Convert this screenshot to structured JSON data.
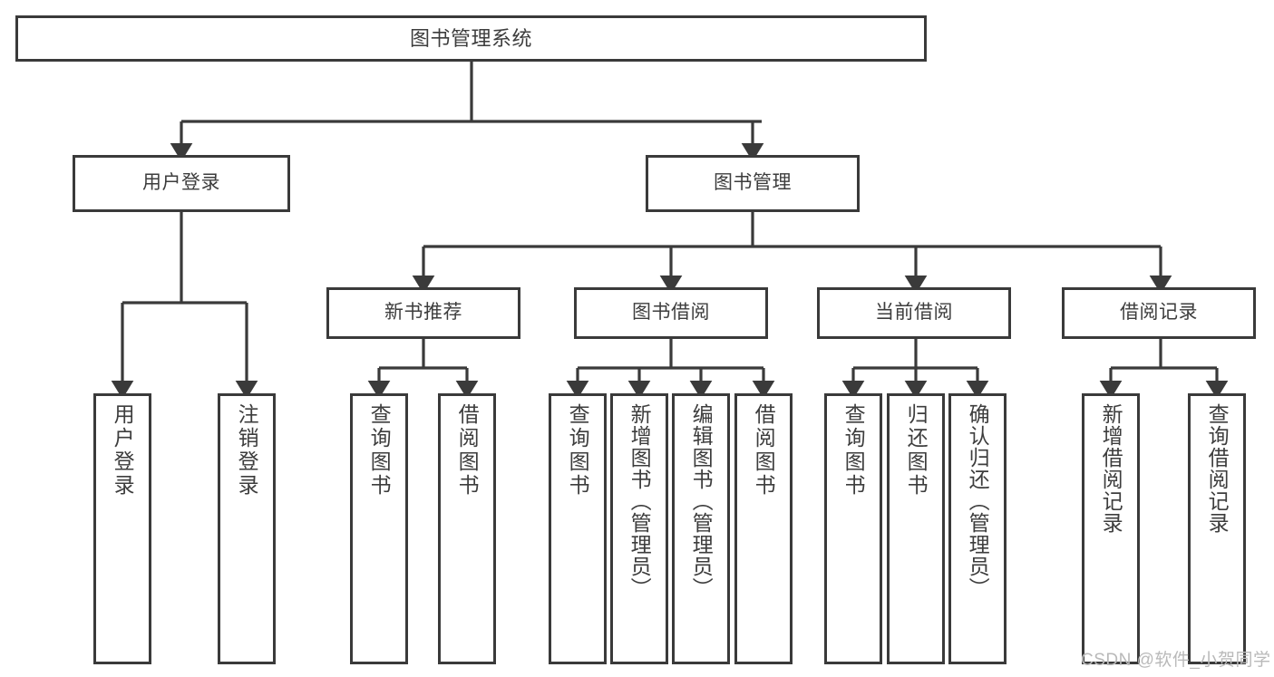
{
  "diagram": {
    "type": "tree-hierarchy-chart",
    "title": "图书管理系统",
    "stroke_color": "#3a3a3a",
    "text_color": "#3d3d3d",
    "background_color": "#ffffff"
  },
  "nodes": {
    "root": {
      "label": "图书管理系统"
    },
    "level1": [
      {
        "id": "user-login",
        "label": "用户登录"
      },
      {
        "id": "book-management",
        "label": "图书管理"
      }
    ],
    "level2": [
      {
        "id": "new-book-recommend",
        "label": "新书推荐"
      },
      {
        "id": "book-borrow",
        "label": "图书借阅"
      },
      {
        "id": "current-borrow",
        "label": "当前借阅"
      },
      {
        "id": "borrow-record",
        "label": "借阅记录"
      }
    ],
    "leaves": {
      "user_login": [
        {
          "id": "leaf-user-login",
          "label": "用户登录"
        },
        {
          "id": "leaf-logout-login",
          "label": "注销登录"
        }
      ],
      "new_book_recommend": [
        {
          "id": "leaf-query-book-1",
          "label": "查询图书"
        },
        {
          "id": "leaf-borrow-book-1",
          "label": "借阅图书"
        }
      ],
      "book_borrow": [
        {
          "id": "leaf-query-book-2",
          "label": "查询图书"
        },
        {
          "id": "leaf-add-book",
          "label": "新增图书（管理员）"
        },
        {
          "id": "leaf-edit-book",
          "label": "编辑图书（管理员）"
        },
        {
          "id": "leaf-borrow-book-2",
          "label": "借阅图书"
        }
      ],
      "current_borrow": [
        {
          "id": "leaf-query-book-3",
          "label": "查询图书"
        },
        {
          "id": "leaf-return-book",
          "label": "归还图书"
        },
        {
          "id": "leaf-confirm-return",
          "label": "确认归还（管理员）"
        }
      ],
      "borrow_record": [
        {
          "id": "leaf-add-record",
          "label": "新增借阅记录"
        },
        {
          "id": "leaf-query-record",
          "label": "查询借阅记录"
        }
      ]
    }
  },
  "watermark": {
    "text": "CSDN @软件_小贺同学"
  }
}
